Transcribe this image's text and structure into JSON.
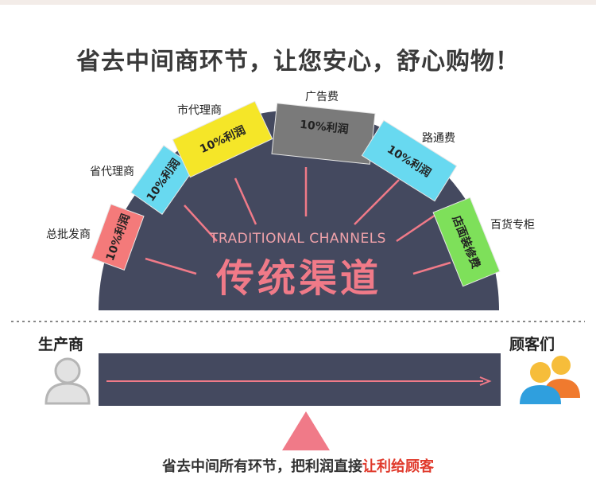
{
  "headline": "省去中间商环节，让您安心，舒心购物！",
  "arc": {
    "en_text": "TRADITIONAL CHANNELS",
    "cn_text": "传统渠道",
    "segments": [
      {
        "label": "总批发商",
        "tag": "10%利润",
        "color": "#f47a7a"
      },
      {
        "label": "省代理商",
        "tag": "10%利润",
        "color": "#68d9f0"
      },
      {
        "label": "市代理商",
        "tag": "10%利润",
        "color": "#f5e628"
      },
      {
        "label": "广告费",
        "tag": "10%利润",
        "color": "#7a7a7a"
      },
      {
        "label": "路通费",
        "tag": "10%利润",
        "color": "#68d9f0"
      },
      {
        "label": "百货专柜",
        "tag": "店面装修费",
        "color": "#7ee05a"
      }
    ]
  },
  "producer": "生产商",
  "customers": "顾客们",
  "footer": {
    "prefix": "省去中间所有环节，把利润直接",
    "highlight": "让利给顾客"
  }
}
